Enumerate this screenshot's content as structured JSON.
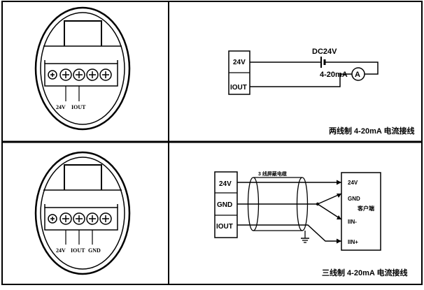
{
  "panels": {
    "top_left": {
      "terminal_labels": [
        "24V",
        "IOUT"
      ]
    },
    "top_right": {
      "box_labels": [
        "24V",
        "IOUT"
      ],
      "supply_label": "DC24V",
      "meter_label": "4-20mA",
      "meter_symbol": "A",
      "caption": "两线制 4-20mA 电流接线"
    },
    "bottom_left": {
      "terminal_labels": [
        "24V",
        "IOUT",
        "GND"
      ]
    },
    "bottom_right": {
      "left_box_labels": [
        "24V",
        "GND",
        "IOUT"
      ],
      "cable_label": "3 线屏蔽电缆",
      "right_box_labels": [
        "24V",
        "GND",
        "IIN-",
        "IIN+"
      ],
      "client_label": "客户端",
      "caption": "三线制 4-20mA 电流接线"
    }
  },
  "colors": {
    "line": "#000000",
    "background": "#ffffff"
  }
}
